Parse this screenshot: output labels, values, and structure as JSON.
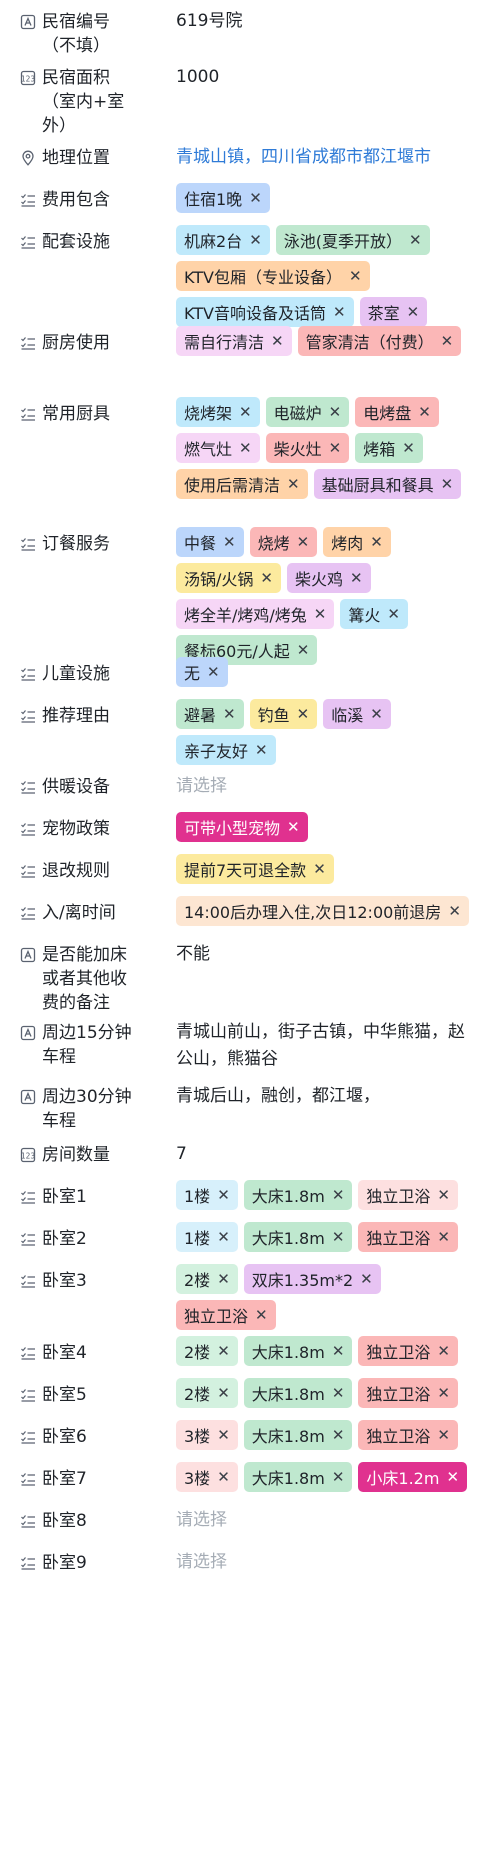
{
  "colors": {
    "blue": "#bcd6fb",
    "green": "#bfe8cf",
    "orange": "#ffd3a8",
    "cyan": "#bfe9fb",
    "purple": "#e7c3f3",
    "pink": "#fdd8df",
    "lavender": "#f6d6f6",
    "salmon": "#fbb7b7",
    "yellow": "#fcea9e",
    "magenta": "#e0318f",
    "peach": "#fde6d2",
    "lightgreen": "#d3f1df",
    "lightcyan": "#d7f0fb",
    "lightpink": "#fde0e0"
  },
  "fields": [
    {
      "label": "民宿编号\n（不填）",
      "icon": "text-icon",
      "type": "text",
      "value": "619号院"
    },
    {
      "label": "民宿面积\n（室内+室\n外）",
      "icon": "number-icon",
      "type": "text",
      "value": "1000"
    },
    {
      "label": "地理位置",
      "icon": "location-icon",
      "type": "link",
      "value": "青城山镇，四川省成都市都江堰市"
    },
    {
      "label": "费用包含",
      "icon": "checklist-icon",
      "type": "tags",
      "tags": [
        {
          "text": "住宿1晚",
          "color": "blue"
        }
      ]
    },
    {
      "label": "配套设施",
      "icon": "checklist-icon",
      "type": "tags",
      "tags": [
        {
          "text": "机麻2台",
          "color": "cyan"
        },
        {
          "text": "泳池(夏季开放）",
          "color": "green"
        },
        {
          "text": "KTV包厢（专业设备）",
          "color": "orange"
        },
        {
          "text": "KTV音响设备及话筒",
          "color": "cyan"
        },
        {
          "text": "茶室",
          "color": "purple"
        }
      ]
    },
    {
      "label": "厨房使用",
      "icon": "checklist-icon",
      "type": "tags",
      "tags": [
        {
          "text": "需自行清洁",
          "color": "lavender"
        },
        {
          "text": "管家清洁（付费）",
          "color": "salmon"
        }
      ]
    },
    {
      "label": "常用厨具",
      "icon": "checklist-icon",
      "type": "tags",
      "tags": [
        {
          "text": "烧烤架",
          "color": "cyan"
        },
        {
          "text": "电磁炉",
          "color": "green"
        },
        {
          "text": "电烤盘",
          "color": "salmon"
        },
        {
          "text": "燃气灶",
          "color": "lavender"
        },
        {
          "text": "柴火灶",
          "color": "salmon"
        },
        {
          "text": "烤箱",
          "color": "green"
        },
        {
          "text": "使用后需清洁",
          "color": "orange"
        },
        {
          "text": "基础厨具和餐具",
          "color": "purple"
        }
      ]
    },
    {
      "label": "订餐服务",
      "icon": "checklist-icon",
      "type": "tags",
      "tags": [
        {
          "text": "中餐",
          "color": "blue"
        },
        {
          "text": "烧烤",
          "color": "salmon"
        },
        {
          "text": "烤肉",
          "color": "orange"
        },
        {
          "text": "汤锅/火锅",
          "color": "yellow"
        },
        {
          "text": "柴火鸡",
          "color": "purple"
        },
        {
          "text": "烤全羊/烤鸡/烤兔",
          "color": "lavender"
        },
        {
          "text": "篝火",
          "color": "cyan"
        },
        {
          "text": "餐标60元/人起",
          "color": "green"
        }
      ]
    },
    {
      "label": "儿童设施",
      "icon": "checklist-icon",
      "type": "tags",
      "tags": [
        {
          "text": "无",
          "color": "blue"
        }
      ]
    },
    {
      "label": "推荐理由",
      "icon": "checklist-icon",
      "type": "tags",
      "tags": [
        {
          "text": "避暑",
          "color": "green"
        },
        {
          "text": "钓鱼",
          "color": "yellow"
        },
        {
          "text": "临溪",
          "color": "purple"
        },
        {
          "text": "亲子友好",
          "color": "cyan"
        }
      ]
    },
    {
      "label": "供暖设备",
      "icon": "checklist-icon",
      "type": "placeholder",
      "value": "请选择"
    },
    {
      "label": "宠物政策",
      "icon": "checklist-icon",
      "type": "tags",
      "tags": [
        {
          "text": "可带小型宠物",
          "color": "magenta"
        }
      ]
    },
    {
      "label": "退改规则",
      "icon": "checklist-icon",
      "type": "tags",
      "tags": [
        {
          "text": "提前7天可退全款",
          "color": "yellow"
        }
      ]
    },
    {
      "label": "入/离时间",
      "icon": "checklist-icon",
      "type": "tags",
      "tags": [
        {
          "text": "14:00后办理入住,次日12:00前退房",
          "color": "peach"
        }
      ]
    },
    {
      "label": "是否能加床\n或者其他收\n费的备注",
      "icon": "text-icon",
      "type": "text",
      "value": "不能"
    },
    {
      "label": "周边15分钟\n车程",
      "icon": "text-icon",
      "type": "text",
      "value": "青城山前山，街子古镇，中华熊猫，赵公山，熊猫谷"
    },
    {
      "label": "周边30分钟\n车程",
      "icon": "text-icon",
      "type": "text",
      "value": "青城后山，融创，都江堰，"
    },
    {
      "label": "房间数量",
      "icon": "number-icon",
      "type": "text",
      "value": "7"
    },
    {
      "label": "卧室1",
      "icon": "checklist-icon",
      "type": "tags",
      "tags": [
        {
          "text": "1楼",
          "color": "lightcyan"
        },
        {
          "text": "大床1.8m",
          "color": "green"
        },
        {
          "text": "独立卫浴",
          "color": "lightpink"
        }
      ]
    },
    {
      "label": "卧室2",
      "icon": "checklist-icon",
      "type": "tags",
      "tags": [
        {
          "text": "1楼",
          "color": "lightcyan"
        },
        {
          "text": "大床1.8m",
          "color": "green"
        },
        {
          "text": "独立卫浴",
          "color": "salmon"
        }
      ]
    },
    {
      "label": "卧室3",
      "icon": "checklist-icon",
      "type": "tags",
      "tags": [
        {
          "text": "2楼",
          "color": "lightgreen"
        },
        {
          "text": "双床1.35m*2",
          "color": "purple"
        },
        {
          "text": "独立卫浴",
          "color": "salmon"
        }
      ]
    },
    {
      "label": "卧室4",
      "icon": "checklist-icon",
      "type": "tags",
      "tags": [
        {
          "text": "2楼",
          "color": "lightgreen"
        },
        {
          "text": "大床1.8m",
          "color": "green"
        },
        {
          "text": "独立卫浴",
          "color": "salmon"
        }
      ]
    },
    {
      "label": "卧室5",
      "icon": "checklist-icon",
      "type": "tags",
      "tags": [
        {
          "text": "2楼",
          "color": "lightgreen"
        },
        {
          "text": "大床1.8m",
          "color": "green"
        },
        {
          "text": "独立卫浴",
          "color": "salmon"
        }
      ]
    },
    {
      "label": "卧室6",
      "icon": "checklist-icon",
      "type": "tags",
      "tags": [
        {
          "text": "3楼",
          "color": "lightpink"
        },
        {
          "text": "大床1.8m",
          "color": "green"
        },
        {
          "text": "独立卫浴",
          "color": "salmon"
        }
      ]
    },
    {
      "label": "卧室7",
      "icon": "checklist-icon",
      "type": "tags",
      "tags": [
        {
          "text": "3楼",
          "color": "lightpink"
        },
        {
          "text": "大床1.8m",
          "color": "green"
        },
        {
          "text": "小床1.2m",
          "color": "magenta"
        }
      ]
    },
    {
      "label": "卧室8",
      "icon": "checklist-icon",
      "type": "placeholder",
      "value": "请选择"
    },
    {
      "label": "卧室9",
      "icon": "checklist-icon",
      "type": "placeholder",
      "value": "请选择"
    }
  ]
}
